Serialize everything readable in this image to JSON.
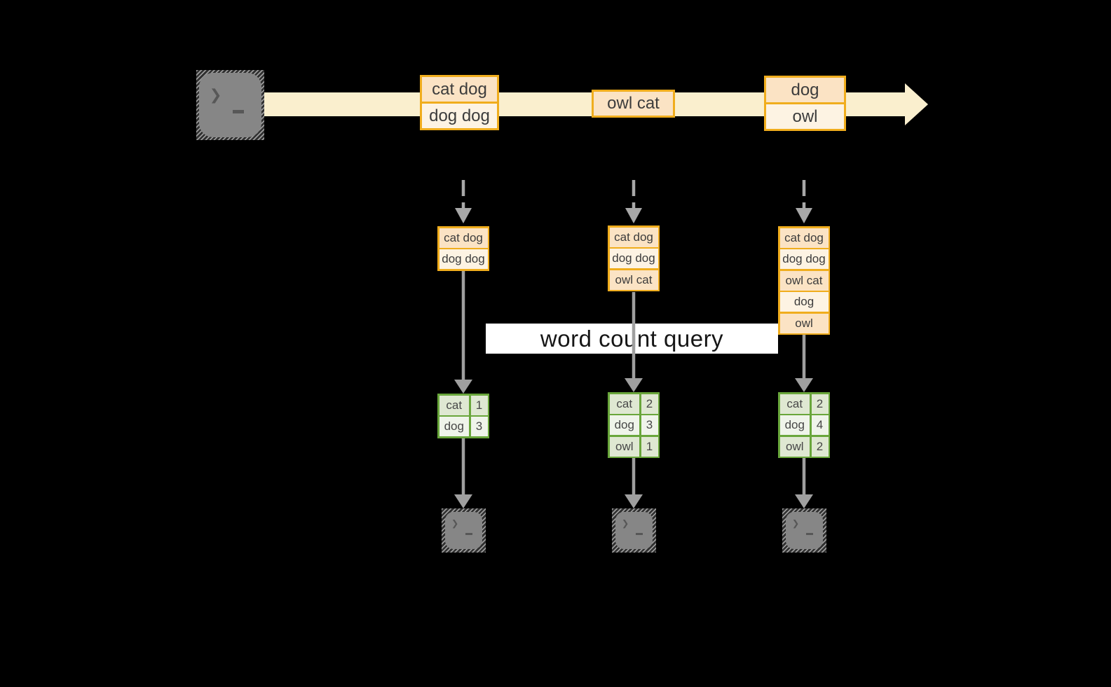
{
  "colors": {
    "background": "#000000",
    "stream_fill": "#FAEFCE",
    "box_border": "#F0AD1D",
    "box_fill_dark": "#FBE3C4",
    "box_fill_light": "#FDF3E3",
    "table_border": "#69A63B",
    "table_fill_dark": "#DFE8D2",
    "table_fill_light": "#EFF4EA",
    "arrow_gray": "#9F9F9F",
    "terminal_gray": "#868686",
    "text_dark": "#3C3C3C",
    "query_box_bg": "#FFFFFF",
    "query_text": "#161616"
  },
  "icons": {
    "terminal_prompt": "❯"
  },
  "query_label": "word count query",
  "stream": {
    "batches": [
      {
        "items": [
          "cat dog",
          "dog dog"
        ]
      },
      {
        "items": [
          "owl cat"
        ]
      },
      {
        "items": [
          "dog",
          "owl"
        ]
      }
    ]
  },
  "columns": [
    {
      "buffer": [
        "cat dog",
        "dog dog"
      ],
      "counts": [
        {
          "word": "cat",
          "count": "1"
        },
        {
          "word": "dog",
          "count": "3"
        }
      ]
    },
    {
      "buffer": [
        "cat dog",
        "dog dog",
        "owl cat"
      ],
      "counts": [
        {
          "word": "cat",
          "count": "2"
        },
        {
          "word": "dog",
          "count": "3"
        },
        {
          "word": "owl",
          "count": "1"
        }
      ]
    },
    {
      "buffer": [
        "cat dog",
        "dog dog",
        "owl cat",
        "dog",
        "owl"
      ],
      "counts": [
        {
          "word": "cat",
          "count": "2"
        },
        {
          "word": "dog",
          "count": "4"
        },
        {
          "word": "owl",
          "count": "2"
        }
      ]
    }
  ]
}
